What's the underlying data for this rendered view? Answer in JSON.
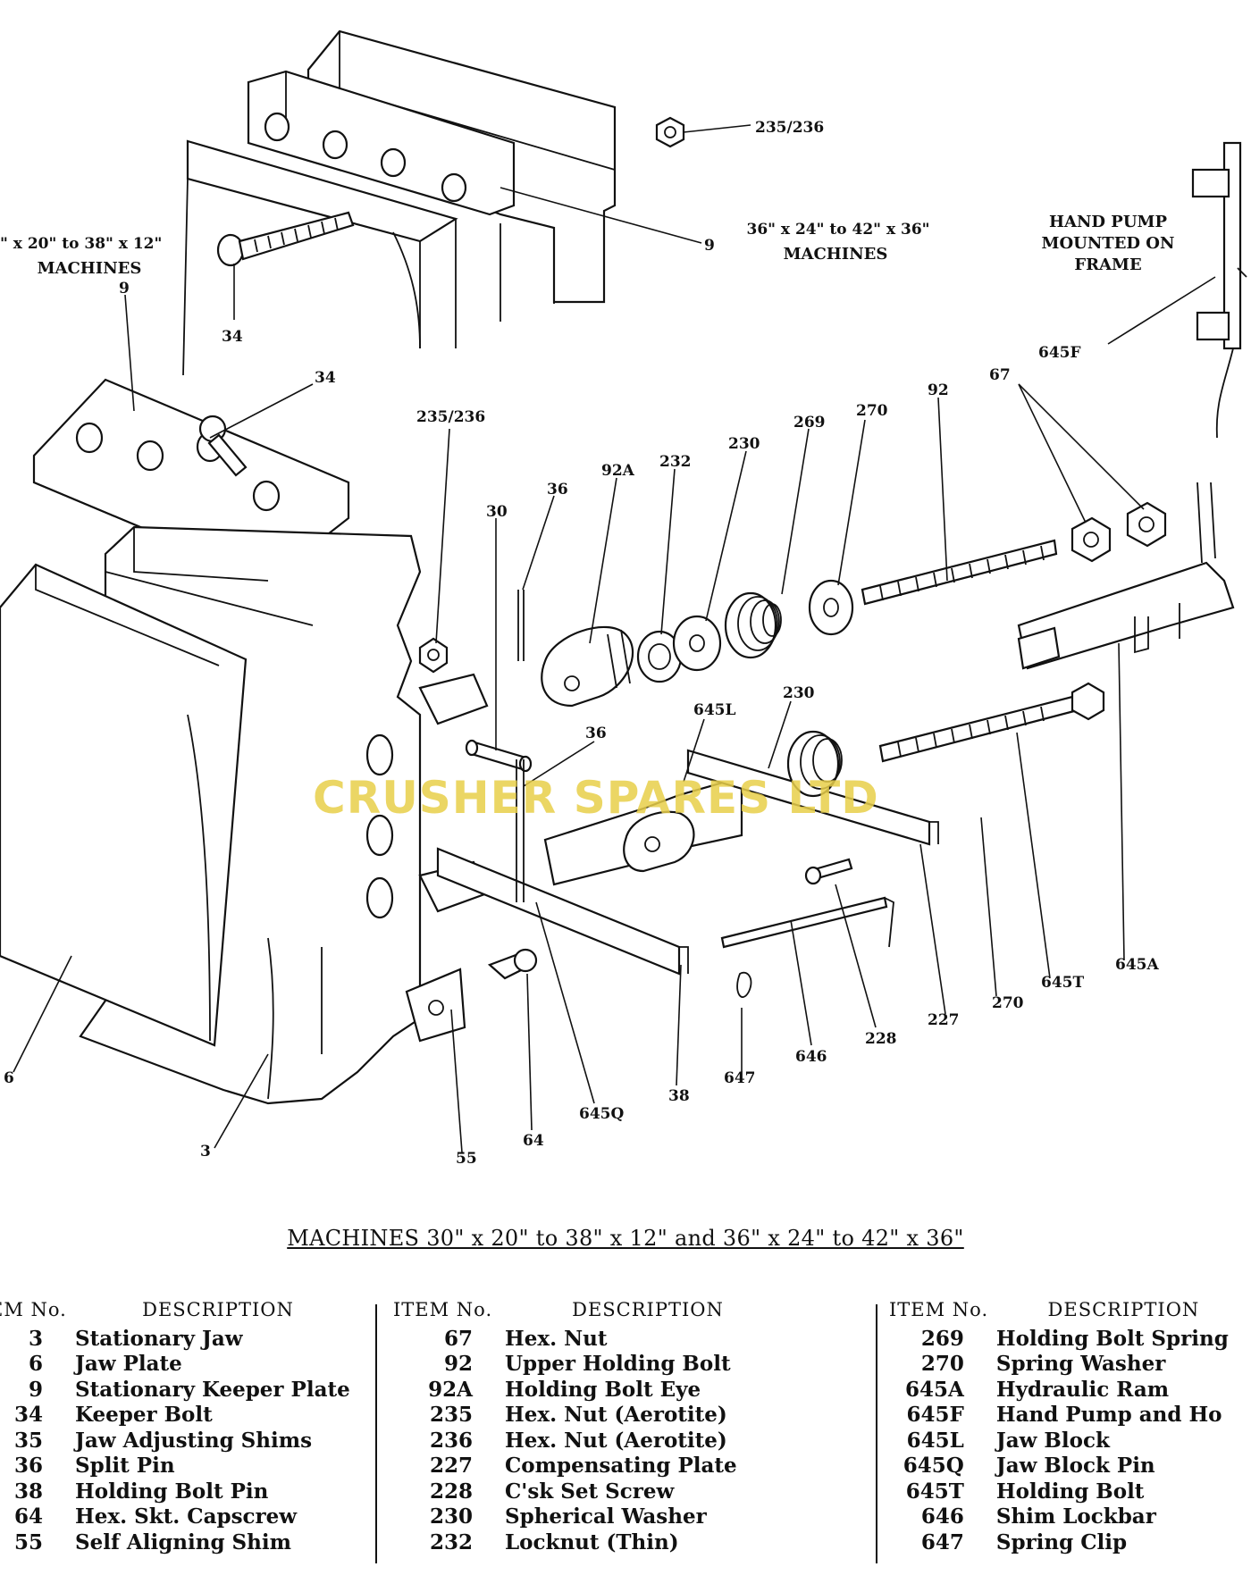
{
  "labels": {
    "l1": "235/236",
    "l2": "9",
    "l3": "36\" x 24\" to 42\" x 36\"",
    "l4": "MACHINES",
    "l5": "\" x 20\" to 38\" x 12\"",
    "l6": "MACHINES",
    "l7": "HAND PUMP",
    "l8": "MOUNTED ON",
    "l9": "FRAME",
    "l10": "34",
    "l11": "645F",
    "l12": "9",
    "l13": "34",
    "l14": "235/236",
    "l15": "67",
    "l16": "92",
    "l17": "270",
    "l18": "269",
    "l19": "230",
    "l20": "232",
    "l21": "92A",
    "l22": "36",
    "l23": "30",
    "l24": "645L",
    "l25": "230",
    "l26": "36",
    "l27": "645A",
    "l28": "645T",
    "l29": "270",
    "l30": "227",
    "l31": "228",
    "l32": "646",
    "l33": "647",
    "l34": "38",
    "l35": "645Q",
    "l36": "64",
    "l37": "55",
    "l38": "6",
    "l39": "3"
  },
  "watermark": "CRUSHER SPARES LTD",
  "caption": "MACHINES 30\" x 20\" to 38\" x 12\" and 36\" x 24\" to 42\" x 36\"",
  "table": {
    "col_item": "ITEM No.",
    "col_item_cut": "EM No.",
    "col_desc": "DESCRIPTION",
    "col1": [
      {
        "no": "3",
        "desc": "Stationary Jaw"
      },
      {
        "no": "6",
        "desc": "Jaw Plate"
      },
      {
        "no": "9",
        "desc": "Stationary Keeper Plate"
      },
      {
        "no": "34",
        "desc": "Keeper Bolt"
      },
      {
        "no": "35",
        "desc": "Jaw Adjusting Shims"
      },
      {
        "no": "36",
        "desc": "Split Pin"
      },
      {
        "no": "38",
        "desc": "Holding Bolt Pin"
      },
      {
        "no": "64",
        "desc": "Hex. Skt. Capscrew"
      },
      {
        "no": "55",
        "desc": "Self Aligning Shim"
      }
    ],
    "col2": [
      {
        "no": "67",
        "desc": "Hex. Nut"
      },
      {
        "no": "92",
        "desc": "Upper Holding Bolt"
      },
      {
        "no": "92A",
        "desc": "Holding Bolt Eye"
      },
      {
        "no": "235",
        "desc": "Hex. Nut (Aerotite)"
      },
      {
        "no": "236",
        "desc": "Hex. Nut (Aerotite)"
      },
      {
        "no": "227",
        "desc": "Compensating Plate"
      },
      {
        "no": "228",
        "desc": "C'sk Set Screw"
      },
      {
        "no": "230",
        "desc": "Spherical Washer"
      },
      {
        "no": "232",
        "desc": "Locknut (Thin)"
      }
    ],
    "col3": [
      {
        "no": "269",
        "desc": "Holding Bolt Spring"
      },
      {
        "no": "270",
        "desc": "Spring Washer"
      },
      {
        "no": "645A",
        "desc": "Hydraulic Ram"
      },
      {
        "no": "645F",
        "desc": "Hand Pump and Ho"
      },
      {
        "no": "645L",
        "desc": "Jaw Block"
      },
      {
        "no": "645Q",
        "desc": "Jaw Block Pin"
      },
      {
        "no": "645T",
        "desc": "Holding Bolt"
      },
      {
        "no": "646",
        "desc": "Shim Lockbar"
      },
      {
        "no": "647",
        "desc": "Spring Clip"
      }
    ]
  }
}
